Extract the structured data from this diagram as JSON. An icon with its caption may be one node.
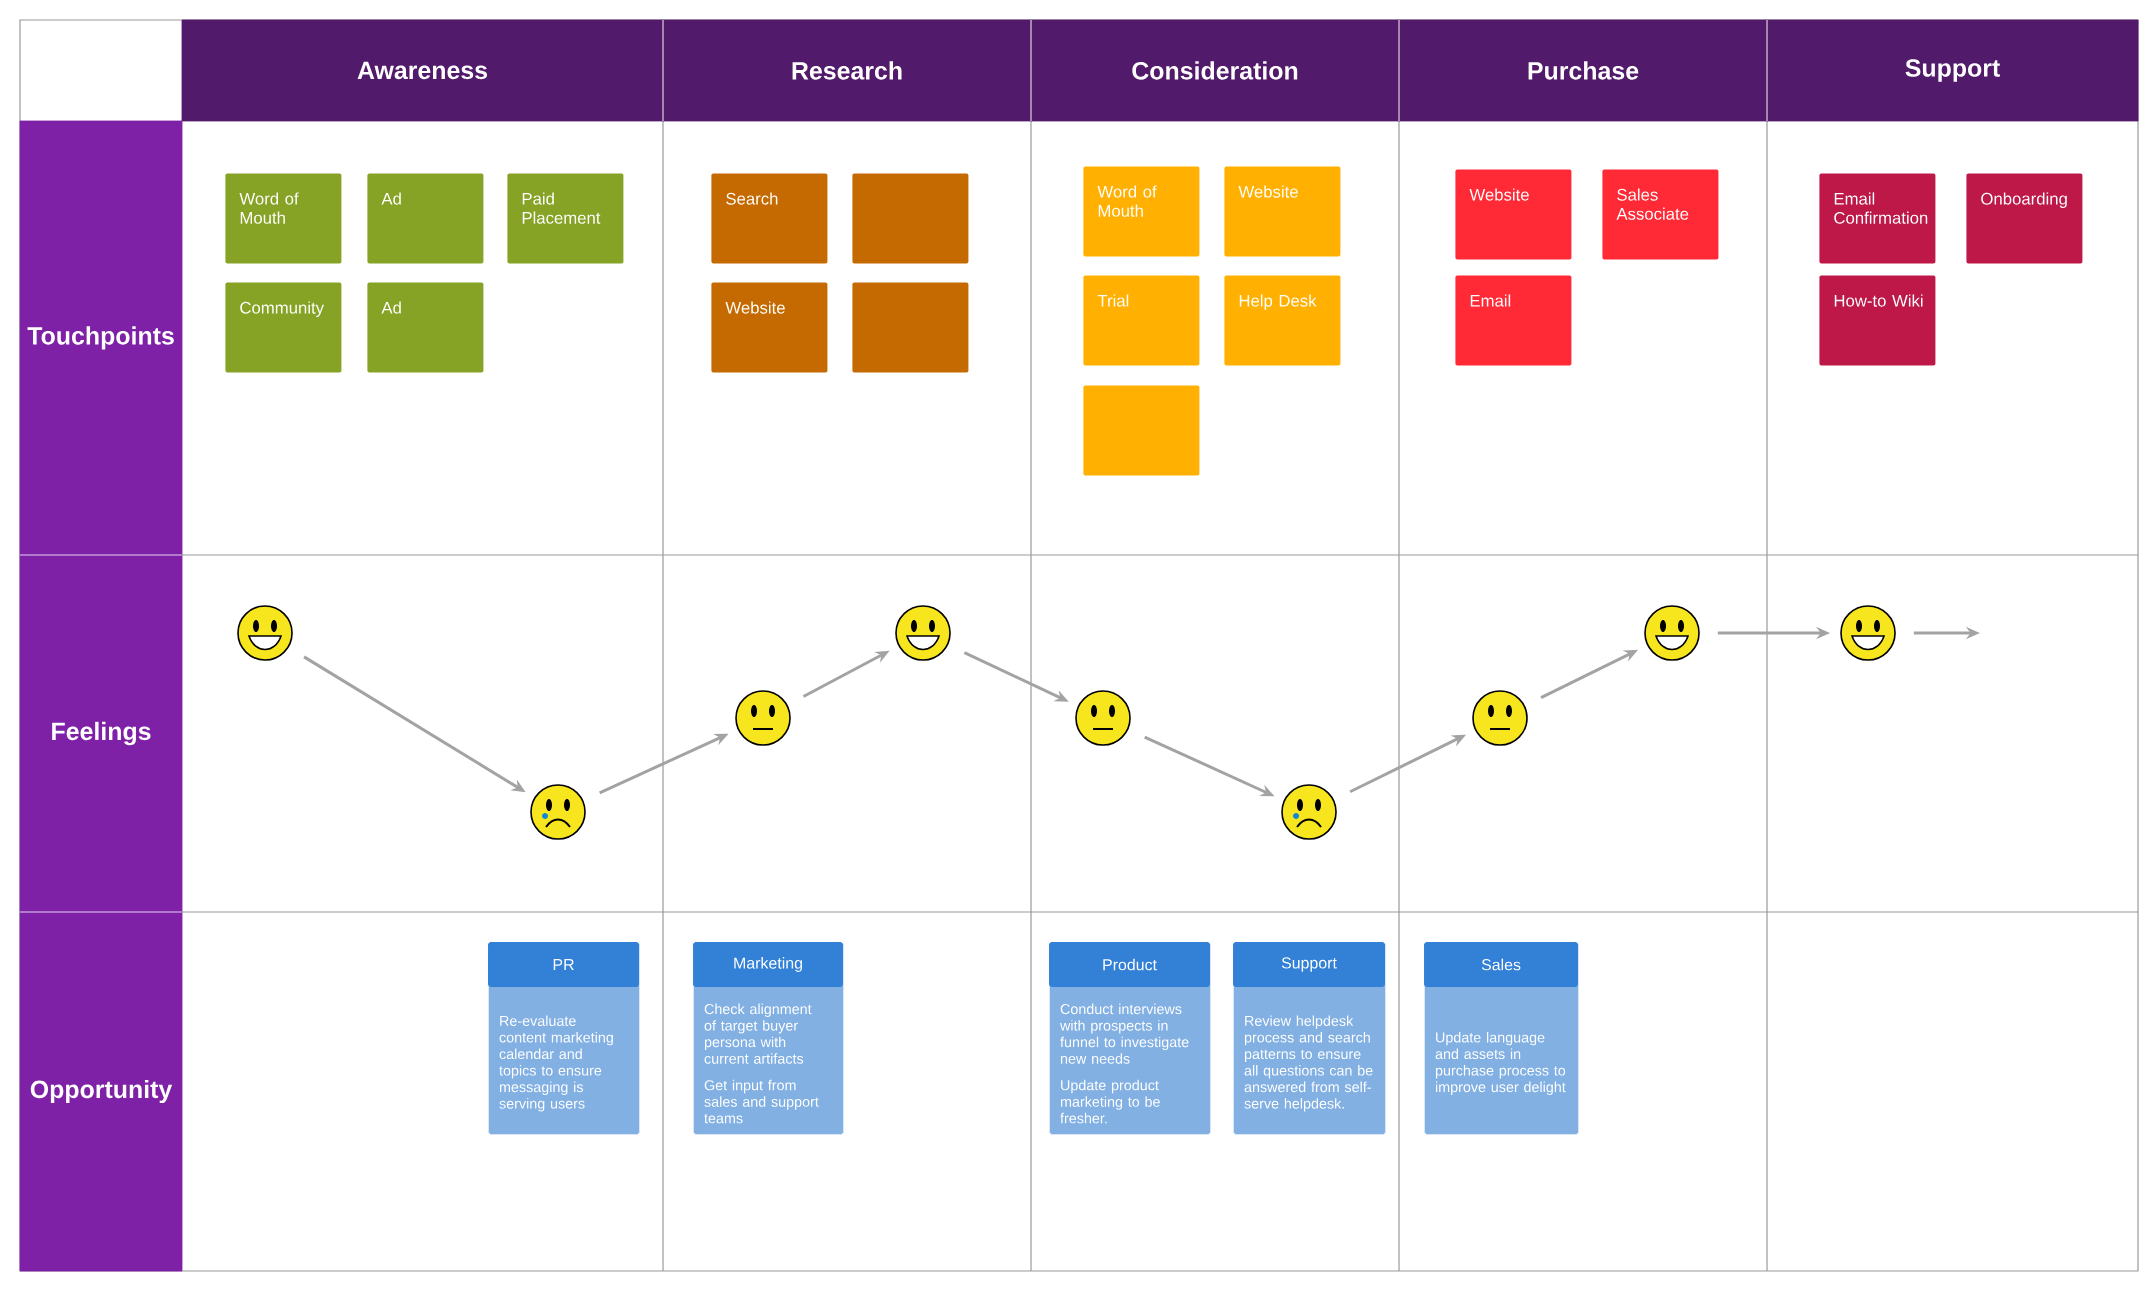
{
  "diagram": {
    "nodes": [
      {
        "text": [
          "Awareness"
        ]
      },
      {
        "text": [
          "Research"
        ]
      },
      {
        "text": [
          "Consideration"
        ]
      },
      {
        "text": [
          "Purchase"
        ]
      },
      {
        "text": [
          "Support"
        ]
      },
      {
        "text": [
          "Touchpoints"
        ]
      },
      {
        "text": [
          "Word of Mouth"
        ]
      },
      {
        "text": [
          "Ad"
        ]
      },
      {
        "text": [
          "Paid Placement"
        ]
      },
      {
        "text": [
          "Community"
        ]
      },
      {
        "text": [
          "Ad"
        ]
      },
      {
        "text": [
          "Search"
        ]
      },
      {
        "text": [],
        "shape": "box"
      },
      {
        "text": [
          "Website"
        ]
      },
      {
        "text": [],
        "shape": "box"
      },
      {
        "text": [
          "Word of Mouth"
        ]
      },
      {
        "text": [
          "Website"
        ]
      },
      {
        "text": [
          "Trial"
        ]
      },
      {
        "text": [
          "Help Desk"
        ]
      },
      {
        "text": [],
        "shape": "box"
      },
      {
        "text": [
          "Website"
        ]
      },
      {
        "text": [
          "Sales Associate"
        ]
      },
      {
        "text": [
          "Email"
        ]
      },
      {
        "text": [
          "Email Confirmation"
        ]
      },
      {
        "text": [
          "Onboarding"
        ]
      },
      {
        "text": [
          "How-to Wiki"
        ]
      },
      {
        "text": [
          "Feelings"
        ]
      },
      {
        "text": [],
        "shape": "picture"
      },
      {
        "text": [],
        "shape": "picture"
      },
      {
        "text": [],
        "shape": "picture"
      },
      {
        "text": [],
        "shape": "picture"
      },
      {
        "text": [],
        "shape": "picture"
      },
      {
        "text": [],
        "shape": "picture"
      },
      {
        "text": [],
        "shape": "picture"
      },
      {
        "text": [],
        "shape": "picture"
      },
      {
        "text": [],
        "shape": "picture"
      },
      {
        "text": [
          "Opportunity"
        ]
      },
      {
        "text": [
          "PR",
          "Re-evaluate content marketing calendar and topics to ensure messaging is serving users"
        ]
      },
      {
        "text": [
          "Marketing",
          "Check alignment of target buyer persona with current artifacts",
          "Get input from sales and support teams"
        ]
      },
      {
        "text": [
          "Product",
          "Conduct interviews with prospects in funnel to investigate new needs",
          "Update product marketing to be fresher."
        ]
      },
      {
        "text": [
          "Support",
          "Review helpdesk process and search patterns to ensure all questions can be answered from self-serve helpdesk."
        ]
      },
      {
        "text": [
          "Sales",
          "Update language and assets in purchase process to improve user delight"
        ]
      }
    ],
    "edges": [
      {
        "from": 27,
        "to": 28,
        "arrow": "to"
      },
      {
        "from": 28,
        "to": 29,
        "arrow": "to"
      },
      {
        "from": 29,
        "to": 30,
        "arrow": "to"
      },
      {
        "from": 30,
        "to": 31,
        "arrow": "to"
      },
      {
        "from": 31,
        "to": 32,
        "arrow": "to"
      },
      {
        "from": 32,
        "to": 33,
        "arrow": "to"
      },
      {
        "from": 33,
        "to": 34,
        "arrow": "to"
      },
      {
        "from": 34,
        "to": 35,
        "arrow": "to"
      },
      {
        "from": 35,
        "to": null,
        "arrow": "to"
      }
    ]
  }
}
